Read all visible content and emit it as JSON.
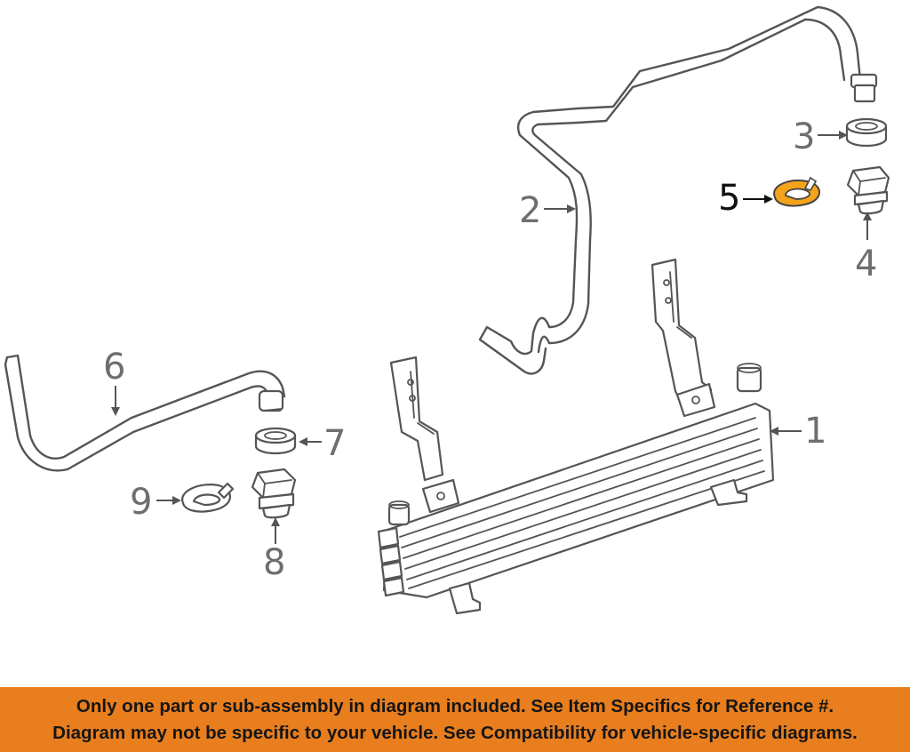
{
  "diagram": {
    "callouts": [
      {
        "id": "1",
        "label": "1",
        "part": "oil-cooler",
        "highlighted": false
      },
      {
        "id": "2",
        "label": "2",
        "part": "outlet-tube",
        "highlighted": false
      },
      {
        "id": "3",
        "label": "3",
        "part": "seal",
        "highlighted": false
      },
      {
        "id": "4",
        "label": "4",
        "part": "connector",
        "highlighted": false
      },
      {
        "id": "5",
        "label": "5",
        "part": "retainer-clip",
        "highlighted": true
      },
      {
        "id": "6",
        "label": "6",
        "part": "inlet-tube",
        "highlighted": false
      },
      {
        "id": "7",
        "label": "7",
        "part": "seal",
        "highlighted": false
      },
      {
        "id": "8",
        "label": "8",
        "part": "connector",
        "highlighted": false
      },
      {
        "id": "9",
        "label": "9",
        "part": "retainer-clip",
        "highlighted": false
      }
    ],
    "colors": {
      "line": "#555555",
      "highlight_part": "#f5a31a",
      "highlight_text": "#111111"
    }
  },
  "banner": {
    "line1": "Only one part or sub-assembly in diagram included. See Item Specifics for Reference #.",
    "line2": "Diagram may not be specific to your vehicle. See Compatibility for vehicle-specific diagrams.",
    "background": "#e87e1e"
  }
}
